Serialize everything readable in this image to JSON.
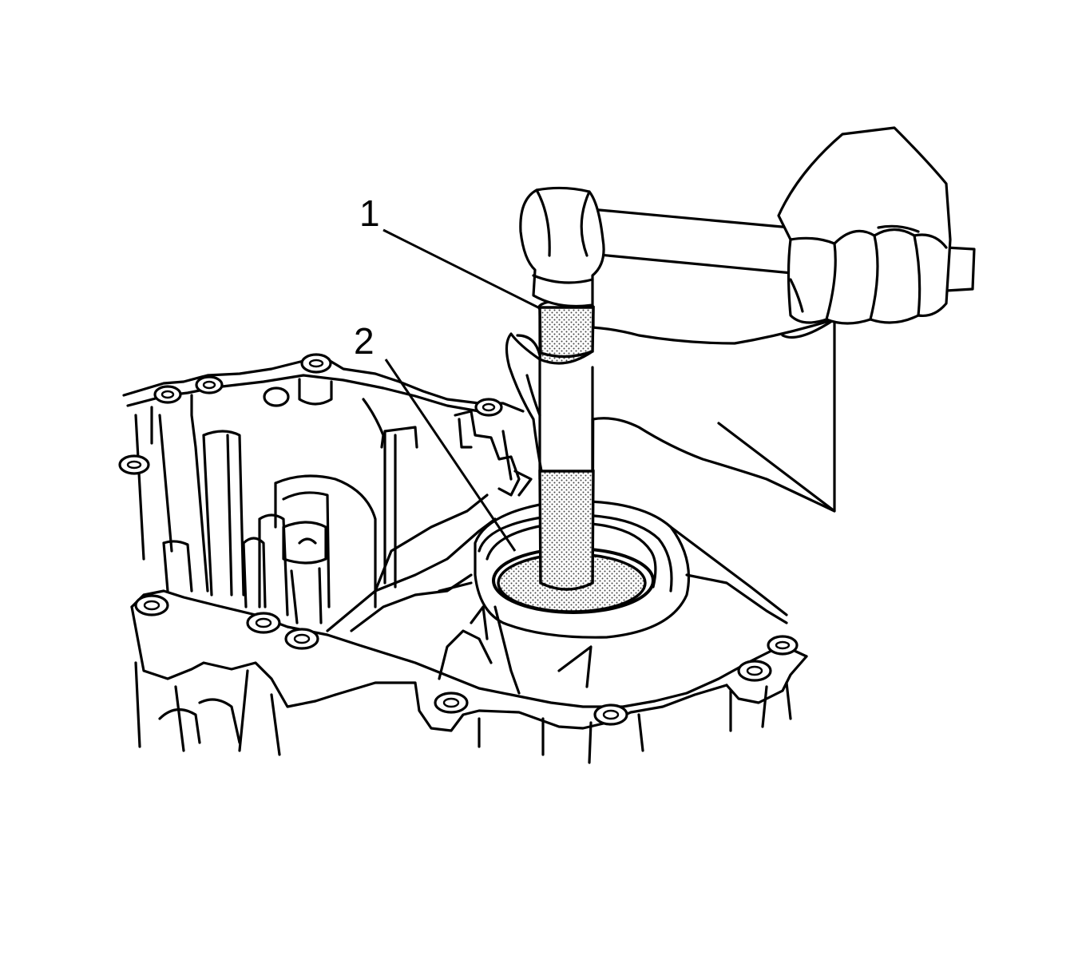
{
  "callouts": [
    {
      "id": "1",
      "label": "1"
    },
    {
      "id": "2",
      "label": "2"
    }
  ],
  "colors": {
    "line": "#000000",
    "background": "#ffffff",
    "stipple": "#555555"
  }
}
